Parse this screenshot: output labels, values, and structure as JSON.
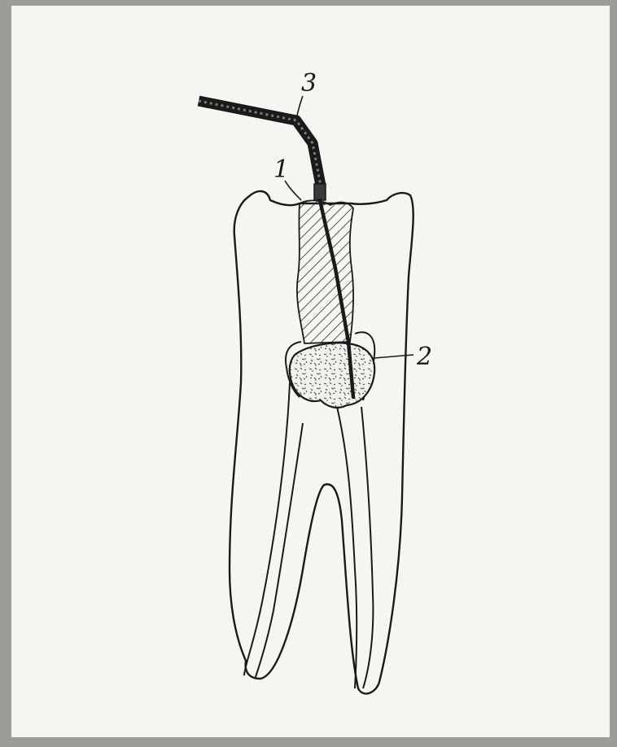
{
  "figure": {
    "labels": {
      "filling": "1",
      "cotton": "2",
      "instrument": "3"
    }
  },
  "colors": {
    "ink": "#1a1a1a",
    "paper": "#f6f5f2",
    "frame": "#9c9c99"
  }
}
